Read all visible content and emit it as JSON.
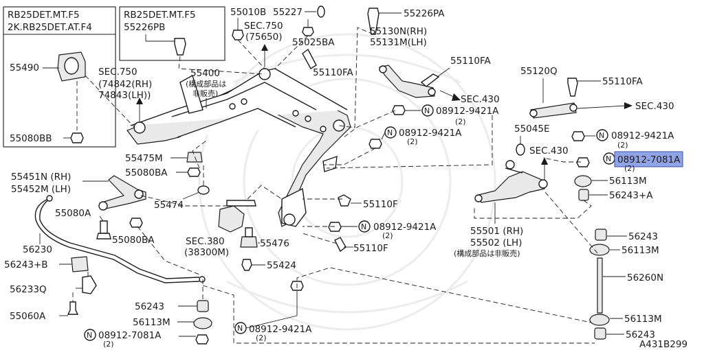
{
  "labels": {
    "box1_line1": "RB25DET.MT.F5",
    "box1_line2": "2K.RB25DET.AT.F4",
    "box2_line1": "RB25DET.MT.F5",
    "p55226PB": "55226PB",
    "p55490": "55490",
    "p55080BB": "55080BB",
    "sec750_a": "SEC.750",
    "sec750_a_l1": "(74842(RH)",
    "sec750_a_l2": "74843(LH))",
    "p55010B": "55010B",
    "p55227": "55227",
    "sec750_b": "SEC.750",
    "sec750_b_l1": "(75650)",
    "p55025BA": "55025BA",
    "p55400": "55400",
    "note1_l1": "(構成部品は",
    "note1_l2": "非販売)",
    "p55110FA_a": "55110FA",
    "p55226PA": "55226PA",
    "p55130N": "55130N(RH)",
    "p55131M": "55131M(LH)",
    "p55110FA_b": "55110FA",
    "sec430_a": "SEC.430",
    "n_a": "N",
    "p08912_9421A_a": "08912-9421A",
    "q2_a": "(2)",
    "p55120Q": "55120Q",
    "p55110FA_c": "55110FA",
    "sec430_b": "SEC.430",
    "p55045E": "55045E",
    "n_b": "N",
    "p08912_9421A_b": "08912-9421A",
    "q2_b": "(2)",
    "n_c": "N",
    "p08912_9421A_c": "08912-9421A",
    "q2_c": "(2)",
    "sec430_c": "SEC.430",
    "n_d": "N",
    "p08912_7081A_d": "08912-7081A",
    "q2_d": "(2)",
    "p56113M_a": "56113M",
    "p56243A": "56243+A",
    "p55475M": "55475M",
    "p55080BA_a": "55080BA",
    "p55451N": "55451N (RH)",
    "p55452M": "55452M (LH)",
    "p55474": "55474",
    "p55110F_a": "55110F",
    "p55080A": "55080A",
    "p55080BA_b": "55080BA",
    "n_e": "N",
    "p08912_9421A_e": "08912-9421A",
    "q2_e": "(2)",
    "p55501": "55501 (RH)",
    "p55502": "55502 (LH)",
    "note2": "(構成部品は非販売)",
    "p56230": "56230",
    "sec380": "SEC.380",
    "sec380_l1": "(38300M)",
    "p55476": "55476",
    "p55110F_b": "55110F",
    "p56243_a": "56243",
    "p56113M_b": "56113M",
    "p56243B": "56243+B",
    "p55424": "55424",
    "p56233Q": "56233Q",
    "p56260N": "56260N",
    "p55060A": "55060A",
    "p56243_b": "56243",
    "p56113M_c": "56113M",
    "n_f": "N",
    "p08912_7081A_f": "08912-7081A",
    "q2_f": "(2)",
    "n_g": "N",
    "p08912_9421A_g": "08912-9421A",
    "q2_g": "(2)",
    "p56113M_d": "56113M",
    "p56243_c": "56243",
    "fig_code": "A431B299"
  },
  "colors": {
    "ink": "#1a1a1a",
    "highlight_fill": "#8fa3e6",
    "highlight_stroke": "#3d4fb3",
    "watermark": "#ececec"
  },
  "highlighted_part": "08912-7081A"
}
